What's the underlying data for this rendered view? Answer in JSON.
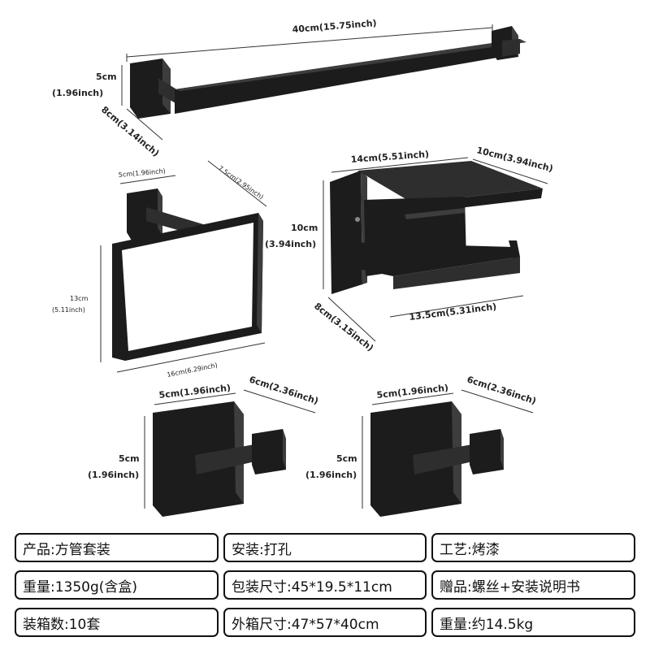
{
  "dimensions": {
    "bar_length": "40cm(15.75inch)",
    "bar_height_cm": "5cm",
    "bar_height_in": "(1.96inch)",
    "bar_depth": "8cm(3.14inch)",
    "ring_width": "5cm(1.96inch)",
    "ring_depth": "7.5cm(2.95inch)",
    "ring_height_cm": "13cm",
    "ring_height_in": "(5.11inch)",
    "ring_bottom": "16cm(6.29inch)",
    "holder_width": "14cm(5.51inch)",
    "holder_depth_top": "10cm(3.94inch)",
    "holder_height_cm": "10cm",
    "holder_height_in": "(3.94inch)",
    "holder_depth_bottom": "8cm(3.15inch)",
    "holder_bottom": "13.5cm(5.31inch)",
    "hook1_width": "5cm(1.96inch)",
    "hook1_depth": "6cm(2.36inch)",
    "hook1_height_cm": "5cm",
    "hook1_height_in": "(1.96inch)",
    "hook2_width": "5cm(1.96inch)",
    "hook2_depth": "6cm(2.36inch)",
    "hook2_height_cm": "5cm",
    "hook2_height_in": "(1.96inch)"
  },
  "specs": [
    [
      "产品:方管套装",
      "安装:打孔",
      "工艺:烤漆"
    ],
    [
      "重量:1350g(含盒)",
      "包装尺寸:45*19.5*11cm",
      "赠品:螺丝+安装说明书"
    ],
    [
      "装箱数:10套",
      "外箱尺寸:47*57*40cm",
      "重量:约14.5kg"
    ]
  ]
}
